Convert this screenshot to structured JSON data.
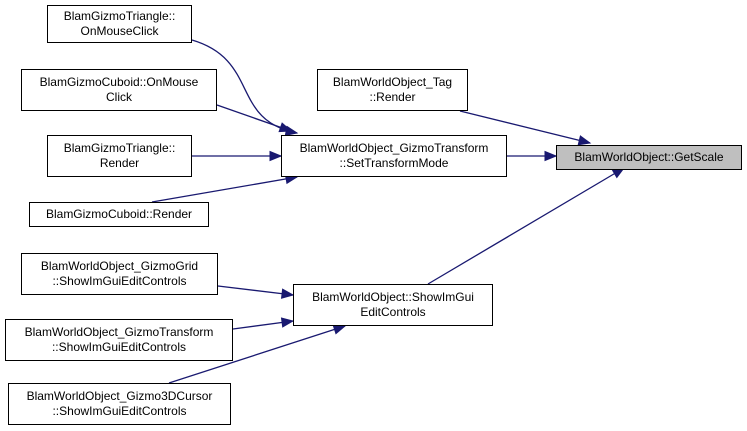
{
  "colors": {
    "edge": "#191970",
    "node_border": "#000000",
    "node_fill": "#ffffff",
    "target_fill": "#bfbfbf"
  },
  "nodes": {
    "get_scale": {
      "lines": [
        "BlamWorldObject::GetScale"
      ]
    },
    "tag_render": {
      "lines": [
        "BlamWorldObject_Tag",
        "::Render"
      ]
    },
    "set_transform_mode": {
      "lines": [
        "BlamWorldObject_GizmoTransform",
        "::SetTransformMode"
      ]
    },
    "show_imgui": {
      "lines": [
        "BlamWorldObject::ShowImGui",
        "EditControls"
      ]
    },
    "triangle_click": {
      "lines": [
        "BlamGizmoTriangle::",
        "OnMouseClick"
      ]
    },
    "cuboid_click": {
      "lines": [
        "BlamGizmoCuboid::OnMouse",
        "Click"
      ]
    },
    "triangle_render": {
      "lines": [
        "BlamGizmoTriangle::",
        "Render"
      ]
    },
    "cuboid_render": {
      "lines": [
        "BlamGizmoCuboid::Render"
      ]
    },
    "grid_controls": {
      "lines": [
        "BlamWorldObject_GizmoGrid",
        "::ShowImGuiEditControls"
      ]
    },
    "transform_controls": {
      "lines": [
        "BlamWorldObject_GizmoTransform",
        "::ShowImGuiEditControls"
      ]
    },
    "cursor_controls": {
      "lines": [
        "BlamWorldObject_Gizmo3DCursor",
        "::ShowImGuiEditControls"
      ]
    }
  }
}
